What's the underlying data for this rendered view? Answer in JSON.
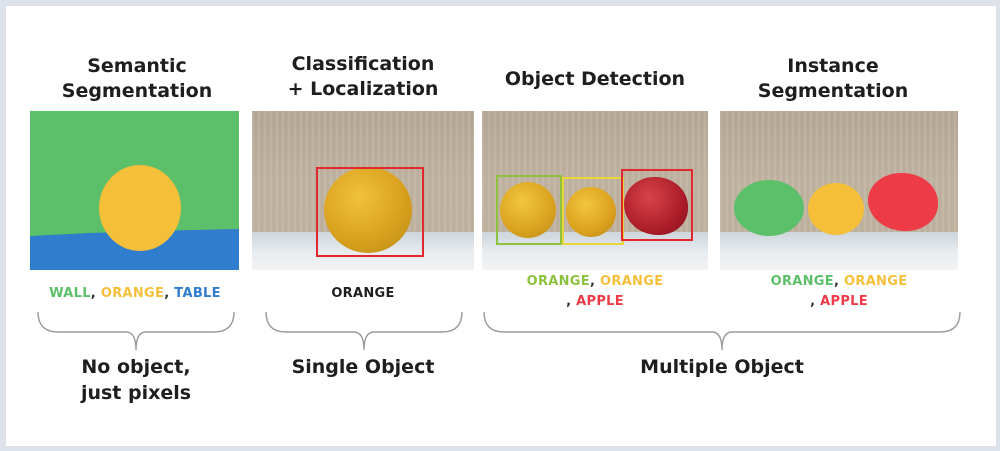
{
  "titles": {
    "semantic": [
      "Semantic",
      "Segmentation"
    ],
    "classification": [
      "Classification",
      "+ Localization"
    ],
    "detection": [
      "Object Detection"
    ],
    "instance": [
      "Instance",
      "Segmentation"
    ]
  },
  "labels": {
    "semantic": {
      "wall": "WALL",
      "sep1": ", ",
      "orange": "ORANGE",
      "sep2": ", ",
      "table": "TABLE"
    },
    "classification": {
      "orange": "ORANGE"
    },
    "detection": {
      "orange1": "ORANGE",
      "sep1": ", ",
      "orange2": "ORANGE",
      "sep2": ", ",
      "apple": "APPLE"
    },
    "instance": {
      "orange1": "ORANGE",
      "sep1": ", ",
      "orange2": "ORANGE",
      "sep2": ", ",
      "apple": "APPLE"
    }
  },
  "groups": {
    "no_object": [
      "No object,",
      "just pixels"
    ],
    "single": "Single Object",
    "multiple": "Multiple Object"
  },
  "colors": {
    "wall_green": "#5cbf6a",
    "table_blue": "#2f7dcc",
    "orange_yellow": "#f5bf3a",
    "apple_red": "#ee3b48",
    "box_red": "#e0282e",
    "box_green": "#8ec13e",
    "box_yellow": "#e8d63a"
  }
}
